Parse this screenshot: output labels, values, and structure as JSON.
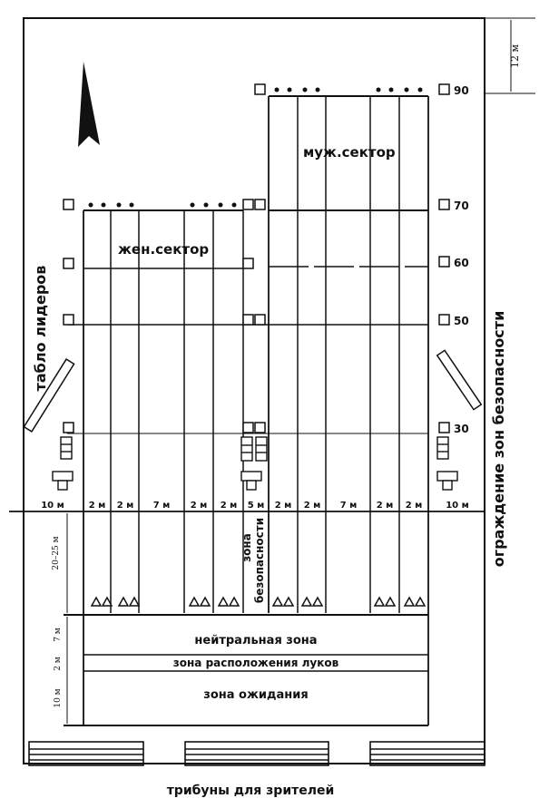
{
  "labels": {
    "top_dimension": "12 м",
    "men_sector": "муж.сектор",
    "women_sector": "жен.сектор",
    "leaders_board": "табло лидеров",
    "safety_fence": "ограждение зон безопасности",
    "safety_zone_line1": "зона",
    "safety_zone_line2": "безопасности",
    "dim_left_depth": "20–25 м",
    "neutral_zone": "нейтральная зона",
    "bow_zone": "зона расположения луков",
    "waiting_zone": "зона ожидания",
    "neutral_dim": "7 м",
    "bow_dim": "2 м",
    "waiting_dim": "10 м",
    "spectators": "трибуны для зрителей"
  },
  "distances": [
    "90",
    "70",
    "60",
    "50",
    "30"
  ],
  "widths": [
    "10 м",
    "2 м",
    "2 м",
    "7 м",
    "2 м",
    "2 м",
    "5 м",
    "2 м",
    "2 м",
    "7 м",
    "2 м",
    "2 м",
    "10 м"
  ]
}
